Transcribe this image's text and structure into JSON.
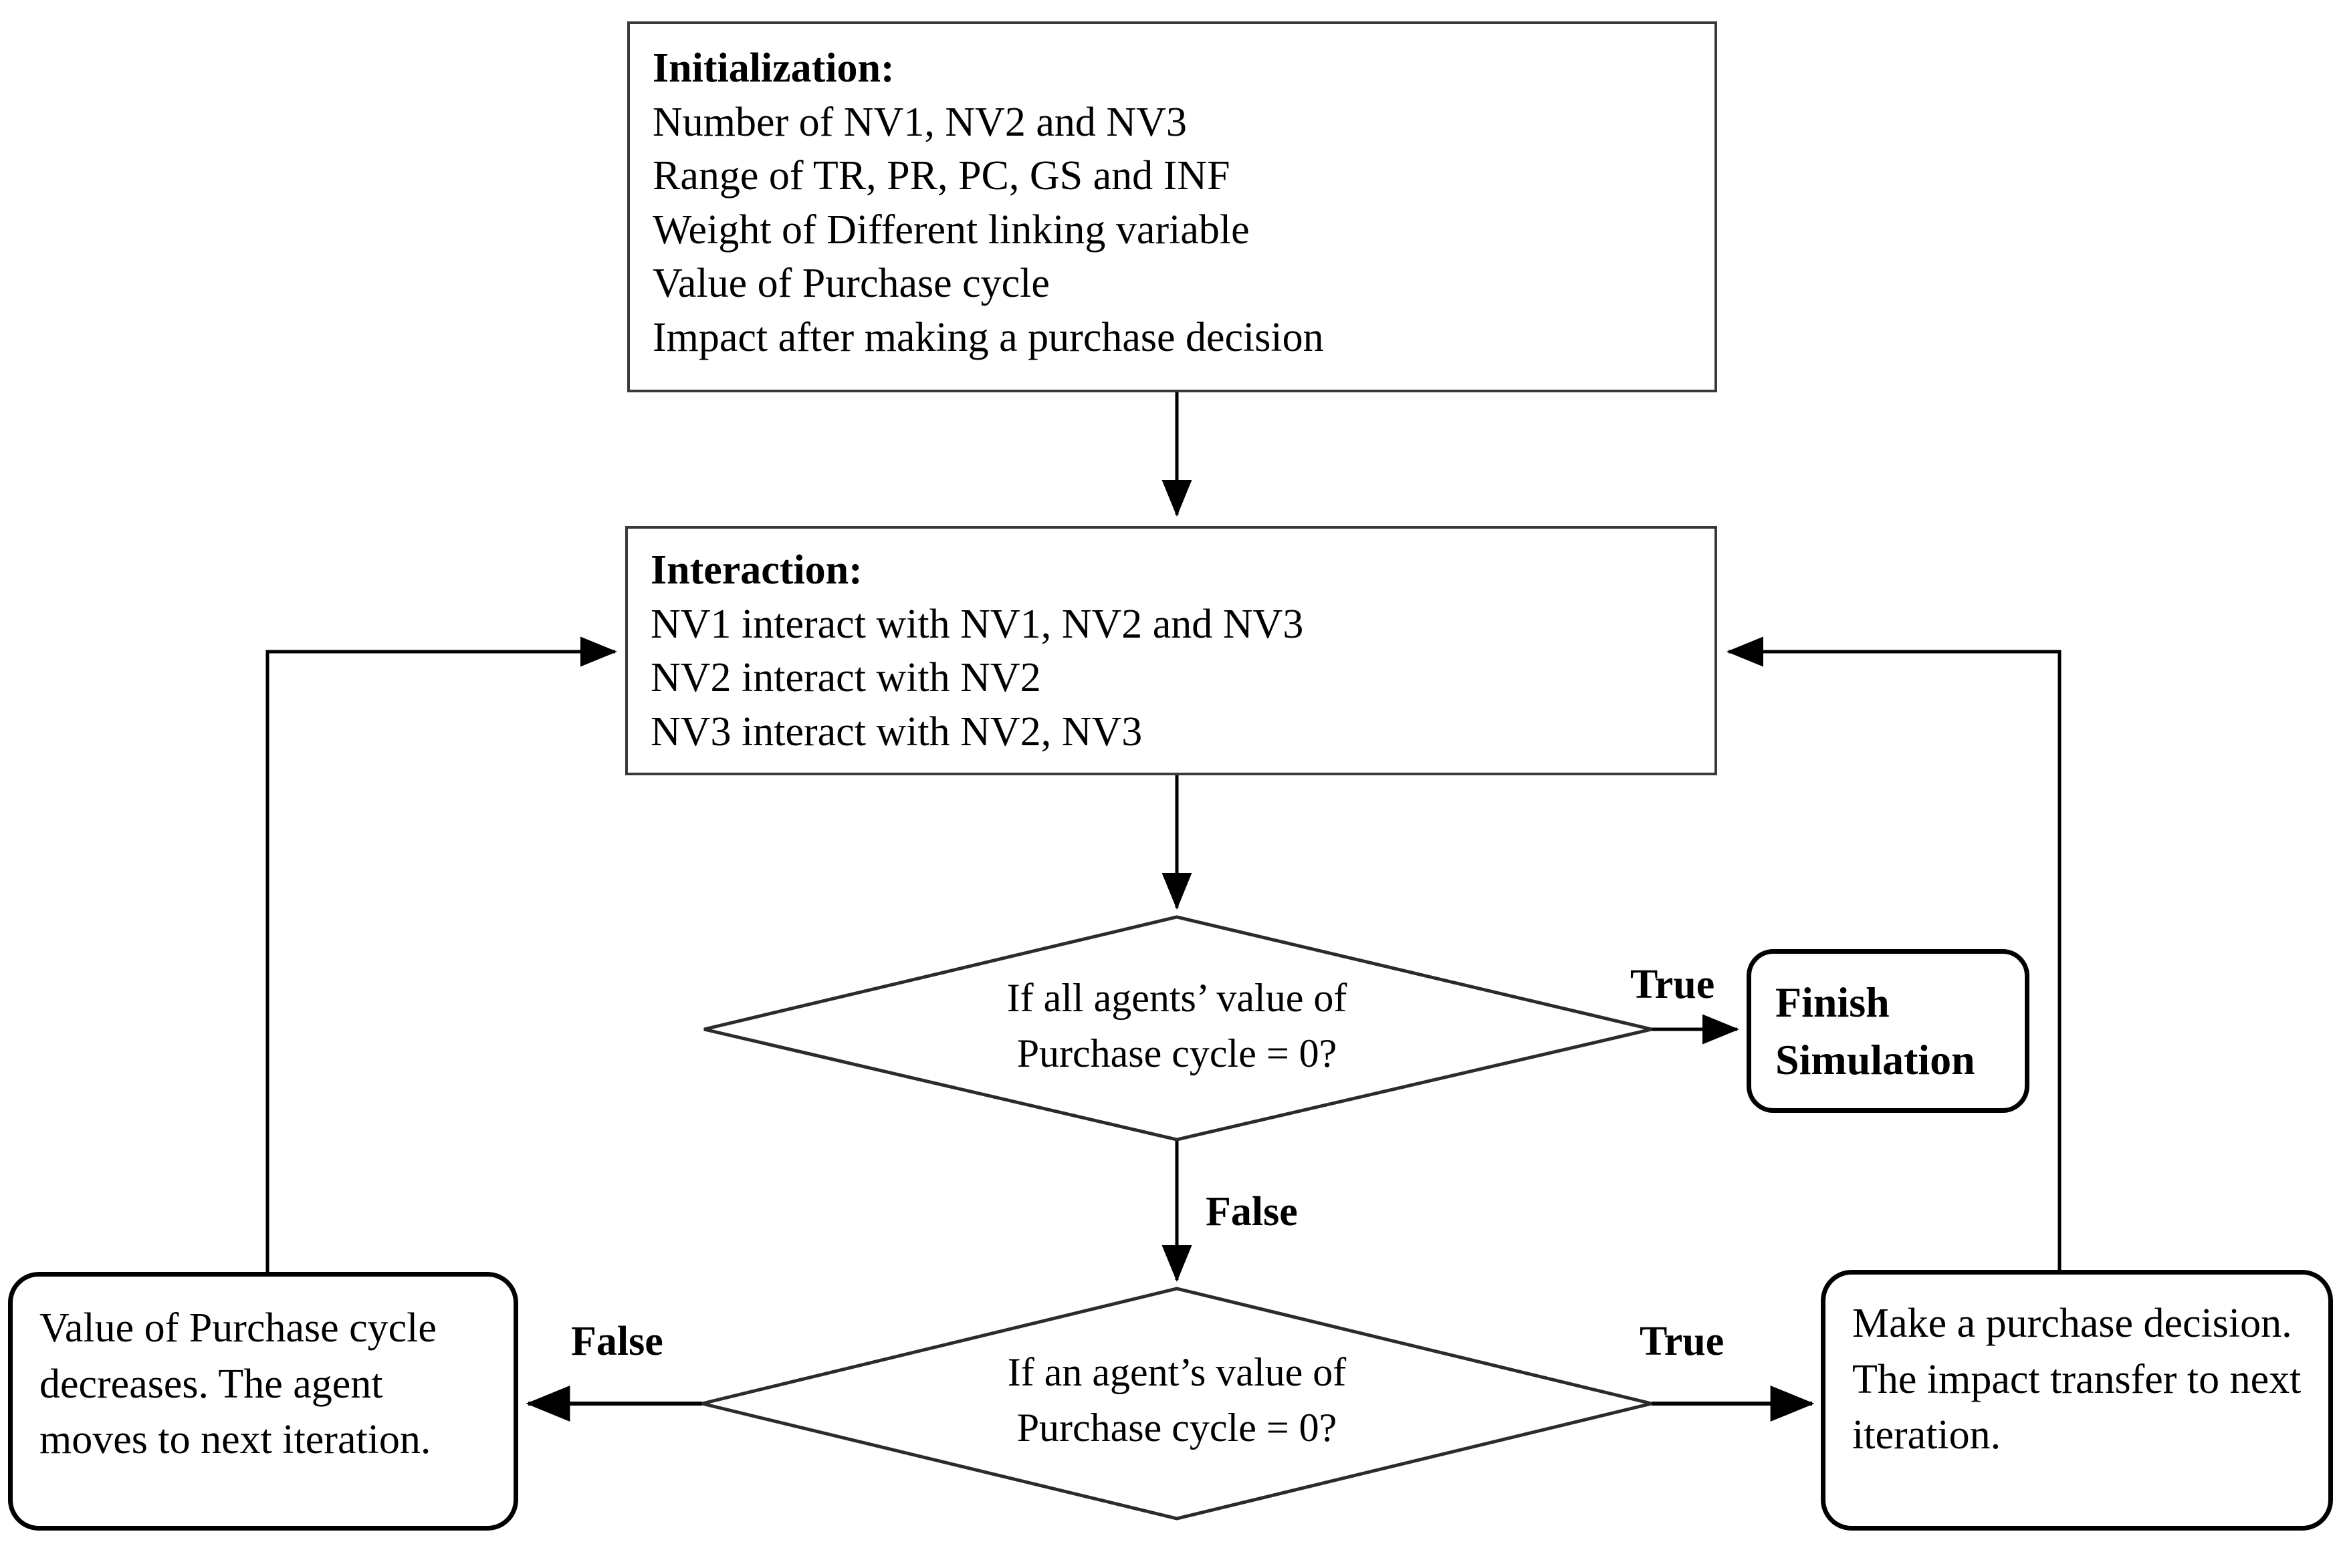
{
  "diagram": {
    "title": "Agent-based purchase simulation flowchart",
    "stroke_color": "#000000",
    "box_border_color": "#3a3a3a",
    "background": "#ffffff"
  },
  "nodes": {
    "initialization": {
      "shape": "rectangle",
      "heading": "Initialization:",
      "lines": [
        "Number of NV1, NV2 and NV3",
        "Range of TR, PR, PC, GS and INF",
        "Weight of Different linking variable",
        "Value of Purchase cycle",
        "Impact after making a purchase decision"
      ]
    },
    "interaction": {
      "shape": "rectangle",
      "heading": "Interaction:",
      "lines": [
        "NV1 interact with NV1, NV2 and NV3",
        "NV2 interact with NV2",
        "NV3 interact with NV2, NV3"
      ]
    },
    "decision_all_agents": {
      "shape": "diamond",
      "lines": [
        "If all agents’ value of",
        "Purchase cycle = 0?"
      ]
    },
    "decision_one_agent": {
      "shape": "diamond",
      "lines": [
        "If an agent’s value of",
        "Purchase cycle = 0?"
      ]
    },
    "finish_simulation": {
      "shape": "rounded-rectangle",
      "lines": [
        "Finish",
        "Simulation"
      ]
    },
    "decrease_cycle": {
      "shape": "rounded-rectangle",
      "text": "Value of Purchase cycle decreases. The agent moves to next iteration."
    },
    "make_purchase": {
      "shape": "rounded-rectangle",
      "lines": [
        "Make a purchase decision.",
        "The impact transfer to next iteration."
      ]
    }
  },
  "edge_labels": {
    "decision1_true": "True",
    "decision1_false": "False",
    "decision2_false": "False",
    "decision2_true": "True"
  }
}
